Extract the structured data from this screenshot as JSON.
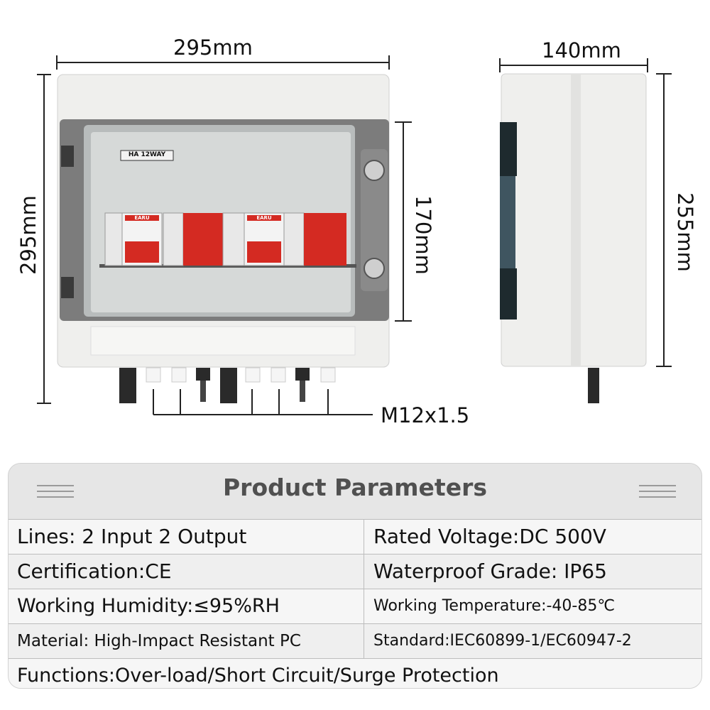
{
  "dimensions": {
    "front_width": "295mm",
    "front_height": "295mm",
    "inner_height": "170mm",
    "side_depth": "140mm",
    "side_height": "255mm",
    "gland_thread": "M12x1.5"
  },
  "device": {
    "model_label": "HA 12WAY",
    "brand": "EARU"
  },
  "parameters": {
    "title": "Product Parameters",
    "rows": [
      {
        "left": "Lines: 2 Input 2 Output",
        "right": "Rated Voltage:DC 500V"
      },
      {
        "left": "Certification:CE",
        "right": "Waterproof Grade: IP65"
      },
      {
        "left": "Working Humidity:≤95%RH",
        "right": "Working Temperature:-40-85℃"
      },
      {
        "left": "Material: High-Impact Resistant PC",
        "right": "Standard:IEC60899-1/EC60947-2"
      }
    ],
    "functions": "Functions:Over-load/Short Circuit/Surge Protection"
  },
  "colors": {
    "enclosure": "#efefed",
    "cover_frame": "#6e6e6e",
    "breaker_red": "#d42a22",
    "panel_bg": "#e6e6e6",
    "title_gray": "#505050"
  }
}
